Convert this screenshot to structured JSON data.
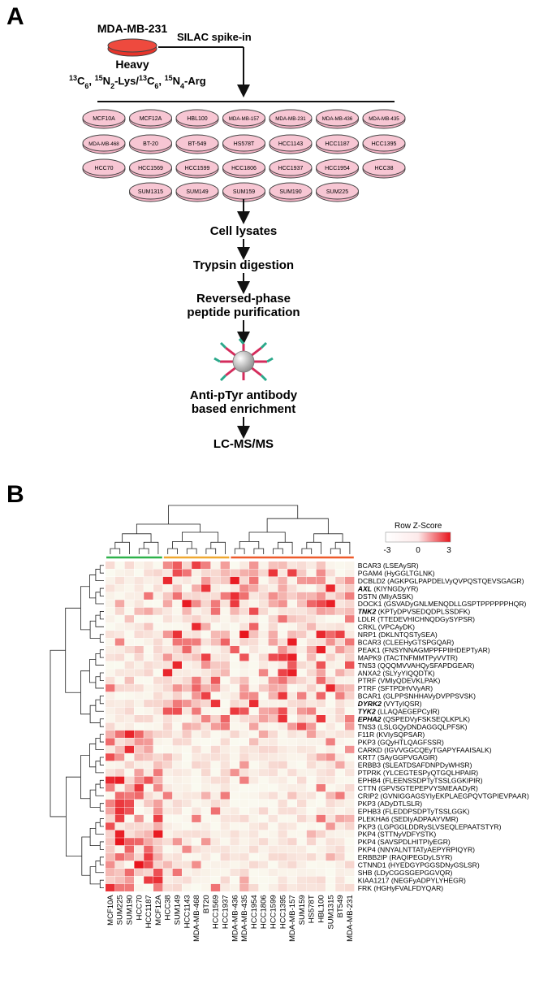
{
  "panel_a": {
    "label": "A",
    "heavy_cell_line": "MDA-MB-231",
    "heavy_label": "Heavy",
    "isotope_label": {
      "parts": [
        {
          "t": "13",
          "sup": true
        },
        {
          "t": "C"
        },
        {
          "t": "6",
          "sub": true
        },
        {
          "t": ", "
        },
        {
          "t": "15",
          "sup": true
        },
        {
          "t": "N"
        },
        {
          "t": "2",
          "sub": true
        },
        {
          "t": "-Lys/"
        },
        {
          "t": "13",
          "sup": true
        },
        {
          "t": "C"
        },
        {
          "t": "6",
          "sub": true
        },
        {
          "t": ", "
        },
        {
          "t": "15",
          "sup": true
        },
        {
          "t": "N"
        },
        {
          "t": "4",
          "sub": true
        },
        {
          "t": "-Arg"
        }
      ]
    },
    "spike_label": "SILAC spike-in",
    "cell_line_rows": [
      [
        "MCF10A",
        "MCF12A",
        "HBL100",
        "MDA-MB-157",
        "MDA-MB-231",
        "MDA-MB-436",
        "MDA-MB-435"
      ],
      [
        "MDA-MB-468",
        "BT-20",
        "BT-549",
        "HS578T",
        "HCC1143",
        "HCC1187",
        "HCC1395"
      ],
      [
        "HCC70",
        "HCC1569",
        "HCC1599",
        "HCC1806",
        "HCC1937",
        "HCC1954",
        "HCC38"
      ],
      [
        "SUM1315",
        "SUM149",
        "SUM159",
        "SUM190",
        "SUM225"
      ]
    ],
    "steps": [
      [
        "Cell lysates"
      ],
      [
        "Trypsin digestion"
      ],
      [
        "Reversed-phase",
        "peptide purification"
      ],
      [
        "Anti-pTyr antibody",
        "based enrichment"
      ],
      [
        "LC-MS/MS"
      ]
    ]
  },
  "panel_b": {
    "label": "B",
    "legend": {
      "title": "Row Z-Score",
      "ticks": [
        "-3",
        "0",
        "3"
      ]
    },
    "colors": {
      "low": "#fafaf0",
      "high": "#e8141c",
      "green": "#2eb24a",
      "orange": "#f0a830",
      "red_cluster": "#ee5a2a"
    }
  },
  "chart_data": {
    "type": "heatmap",
    "columns": [
      "MCF10A",
      "SUM225",
      "SUM190",
      "HCC70",
      "HCC1187",
      "MCF12A",
      "HCC38",
      "SUM149",
      "HCC1143",
      "MDA-MB-468",
      "BT20",
      "HCC1569",
      "HCC1937",
      "MDA-MB-436",
      "MDA-MB-435",
      "HCC1954",
      "HCC1806",
      "HCC1599",
      "HCC1395",
      "MDA-MB-157",
      "SUM159",
      "HS578T",
      "HBL100",
      "SUM1315",
      "BT549",
      "MDA-MB-231"
    ],
    "rows": [
      {
        "label": "BCAR3",
        "seq": "LSEAySR"
      },
      {
        "label": "PGAM4",
        "seq": "HyGGLTGLNK"
      },
      {
        "label": "DCBLD2",
        "seq": "AGKPGLPAPDELVyQVPQSTQEVSGAGR"
      },
      {
        "label": "AXL",
        "seq": "KIYNGDyYR",
        "bold": true
      },
      {
        "label": "DSTN",
        "seq": "MIyASSK"
      },
      {
        "label": "DOCK1",
        "seq": "GSVADyGNLMENQDLLGSPTPPPPPPHQR"
      },
      {
        "label": "TNK2",
        "seq": "KPTyDPVSEDQDPLSSDFK",
        "bold": true
      },
      {
        "label": "LDLR",
        "seq": "TTEDEVHICHNQDGySYPSR"
      },
      {
        "label": "CRKL",
        "seq": "VPCAyDK"
      },
      {
        "label": "NRP1",
        "seq": "DKLNTQSTySEA"
      },
      {
        "label": "BCAR3",
        "seq": "CLEEHyGTSPGQAR"
      },
      {
        "label": "PEAK1",
        "seq": "FNSYNNAGMPPFPIIHDEPTyAR"
      },
      {
        "label": "MAPK9",
        "seq": "TACTNFMMTPyVVTR"
      },
      {
        "label": "TNS3",
        "seq": "QQQMVVAHQySFAPDGEAR"
      },
      {
        "label": "ANXA2",
        "seq": "SLYyYIQQDTK"
      },
      {
        "label": "PTRF",
        "seq": "VMIyQDEVKLPAK"
      },
      {
        "label": "PTRF",
        "seq": "SFTPDHVVyAR"
      },
      {
        "label": "BCAR1",
        "seq": "GLPPSNHHAVyDVPPSVSK"
      },
      {
        "label": "DYRK2",
        "seq": "VYTyIQSR",
        "bold": true
      },
      {
        "label": "TYK2",
        "seq": "LLAQAEGEPCyIR",
        "bold": true
      },
      {
        "label": "EPHA2",
        "seq": "QSPEDVyFSKSEQLKPLK",
        "bold": true
      },
      {
        "label": "TNS3",
        "seq": "LSLGQyDNDAGGQLPFSK"
      },
      {
        "label": "F11R",
        "seq": "KVIySQPSAR"
      },
      {
        "label": "PKP3",
        "seq": "GQyHTLQAGFSSR"
      },
      {
        "label": "CARKD",
        "seq": "IGVVGGCQEyTGAPYFAAISALK"
      },
      {
        "label": "KRT7",
        "seq": "SAyGGPVGAGIR"
      },
      {
        "label": "ERBB3",
        "seq": "SLEATDSAFDNPDyWHSR"
      },
      {
        "label": "PTPRK",
        "seq": "YLCEGTESPyQTGQLHPAIR"
      },
      {
        "label": "EPHB4",
        "seq": "FLEENSSDPTyTSSLGGKIPIR"
      },
      {
        "label": "CTTN",
        "seq": "GPVSGTEPEPVYSMEAADyR"
      },
      {
        "label": "CRIP2",
        "seq": "GVNIGGAGSYIyEKPLAEGPQVTGPIEVPAAR"
      },
      {
        "label": "PKP3",
        "seq": "ADyDTLSLR"
      },
      {
        "label": "EPHB3",
        "seq": "FLEDDPSDPTyTSSLGGK"
      },
      {
        "label": "PLEKHA6",
        "seq": "SEDIyADPAAYVMR"
      },
      {
        "label": "PKP3",
        "seq": "LGPGGLDDRySLVSEQLEPAATSTYR"
      },
      {
        "label": "PKP4",
        "seq": "STTNyVDFYSTK"
      },
      {
        "label": "PKP4",
        "seq": "SAVSPDLHITPIyEGR"
      },
      {
        "label": "PKP4",
        "seq": "NNYALNTTATyAEPYRPIQYR"
      },
      {
        "label": "ERBB2IP",
        "seq": "RAQIPEGDyLSYR"
      },
      {
        "label": "CTNND1",
        "seq": "HYEDGYPGGSDNyGSLSR"
      },
      {
        "label": "SHB",
        "seq": "LDyCGGSGEPGGVQR"
      },
      {
        "label": "KIAA1217",
        "seq": "NEGFyADPYLYHEGR"
      },
      {
        "label": "FRK",
        "seq": "HGHyFVALFDYQAR"
      }
    ],
    "column_clusters": [
      {
        "color": "green",
        "columns": [
          "MCF10A",
          "SUM225",
          "SUM190",
          "HCC70",
          "HCC1187",
          "MCF12A"
        ]
      },
      {
        "color": "orange",
        "columns": [
          "HCC38",
          "SUM149",
          "HCC1143",
          "MDA-MB-468",
          "BT20",
          "HCC1569",
          "HCC1937"
        ]
      },
      {
        "color": "red_cluster",
        "columns": [
          "MDA-MB-436",
          "MDA-MB-435",
          "HCC1954",
          "HCC1806",
          "HCC1599",
          "HCC1395",
          "MDA-MB-157",
          "SUM159",
          "HS578T",
          "HBL100",
          "SUM1315",
          "BT549",
          "MDA-MB-231"
        ]
      }
    ],
    "row_groups": [
      {
        "from": 0,
        "to": 21,
        "high_columns": "HCC38 to MDA-MB-231"
      },
      {
        "from": 22,
        "to": 42,
        "high_columns": "MCF10A to MCF12A"
      }
    ],
    "value_range": [
      -3,
      3
    ]
  }
}
